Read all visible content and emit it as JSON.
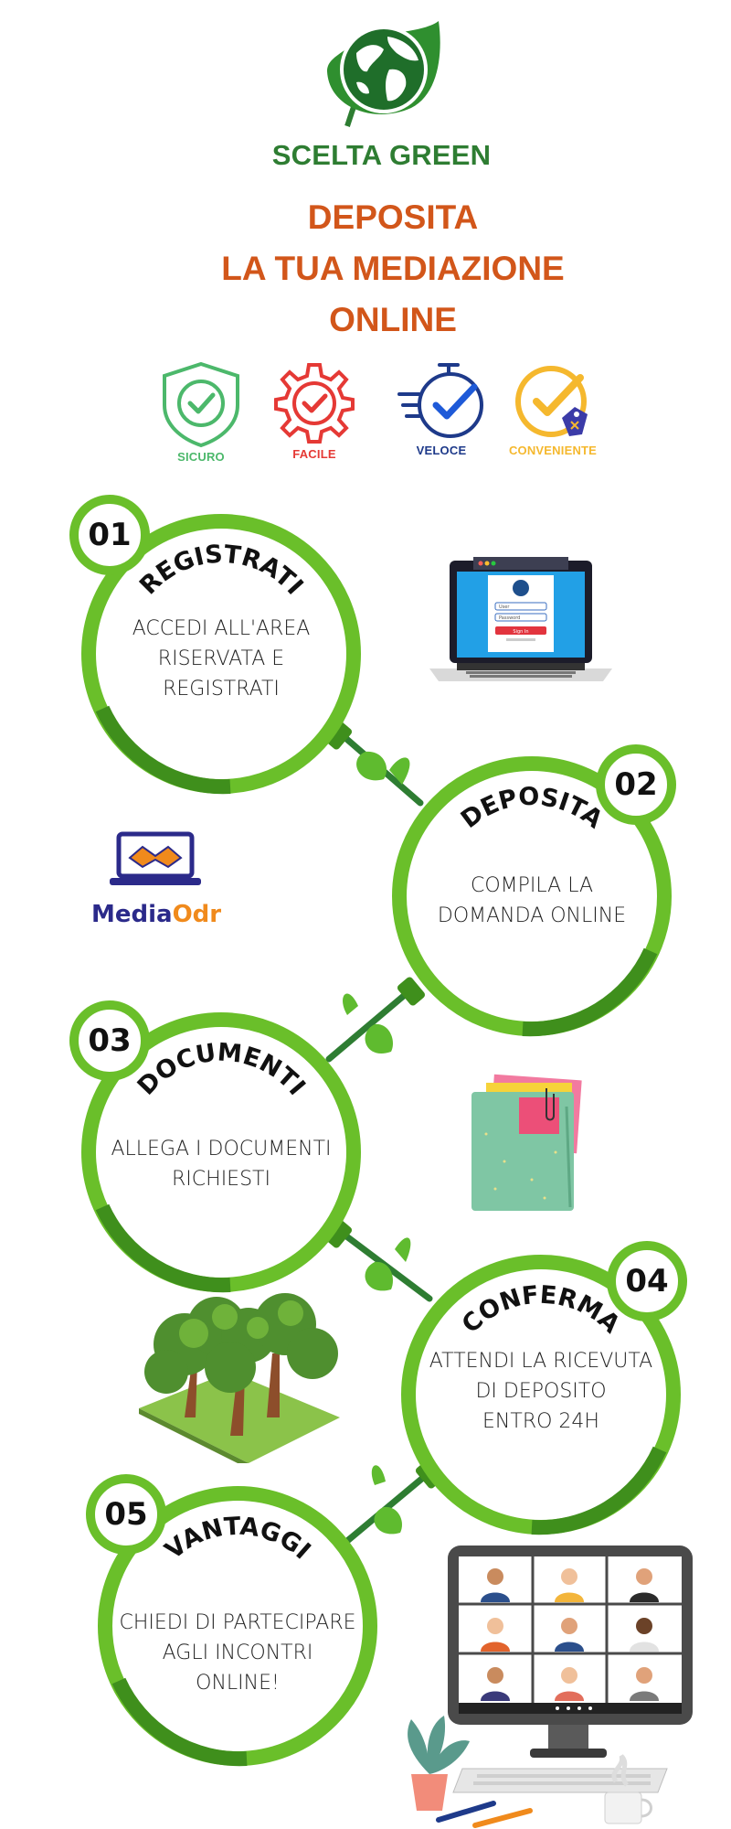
{
  "header": {
    "kicker": "SCELTA GREEN",
    "title_lines": [
      "DEPOSITA",
      "LA TUA MEDIAZIONE",
      "ONLINE"
    ]
  },
  "features": [
    {
      "label": "SICURO",
      "icon": "shield-check-icon",
      "color": "#4cb86b"
    },
    {
      "label": "FACILE",
      "icon": "gear-check-icon",
      "color": "#e53935"
    },
    {
      "label": "VELOCE",
      "icon": "stopwatch-check-icon",
      "color": "#1e3a8a"
    },
    {
      "label": "CONVENIENTE",
      "icon": "price-tag-check-icon",
      "color": "#f5b82e"
    }
  ],
  "steps": [
    {
      "number": "01",
      "title": "REGISTRATI",
      "desc_lines": [
        "ACCEDI ALL'AREA",
        "RISERVATA E",
        "REGISTRATI"
      ]
    },
    {
      "number": "02",
      "title": "DEPOSITA",
      "desc_lines": [
        "COMPILA LA",
        "DOMANDA ONLINE"
      ]
    },
    {
      "number": "03",
      "title": "DOCUMENTI",
      "desc_lines": [
        "ALLEGA I DOCUMENTI",
        "RICHIESTI"
      ]
    },
    {
      "number": "04",
      "title": "CONFERMA",
      "desc_lines": [
        "ATTENDI LA RICEVUTA",
        "DI DEPOSITO",
        "ENTRO 24H"
      ]
    },
    {
      "number": "05",
      "title": "VANTAGGI",
      "desc_lines": [
        "CHIEDI DI PARTECIPARE",
        "AGLI INCONTRI",
        "ONLINE!"
      ]
    }
  ],
  "logo": {
    "part1": "Media",
    "part2": "Odr"
  },
  "laptop_login": {
    "user_placeholder": "User",
    "password_placeholder": "Password",
    "button": "Sign In"
  },
  "colors": {
    "ring": "#6abf2a",
    "ring_dark": "#3f8f1c",
    "title_orange": "#d2561a",
    "kicker_green": "#2e7d32"
  }
}
